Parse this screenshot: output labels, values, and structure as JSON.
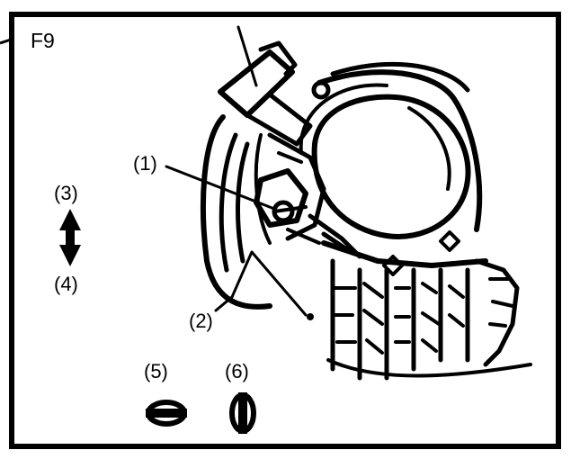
{
  "figure": {
    "id": "F9"
  },
  "callouts": [
    {
      "number": "(1)"
    },
    {
      "number": "(2)"
    },
    {
      "number": "(3)"
    },
    {
      "number": "(4)"
    },
    {
      "number": "(5)"
    },
    {
      "number": "(6)"
    }
  ],
  "icons": {
    "vertical": "up-down-arrow-icon",
    "horizontal-rotation": "horizontal-rotation-icon",
    "vertical-rotation": "vertical-rotation-icon"
  },
  "colors": {
    "ink": "#000000",
    "paper": "#ffffff"
  }
}
